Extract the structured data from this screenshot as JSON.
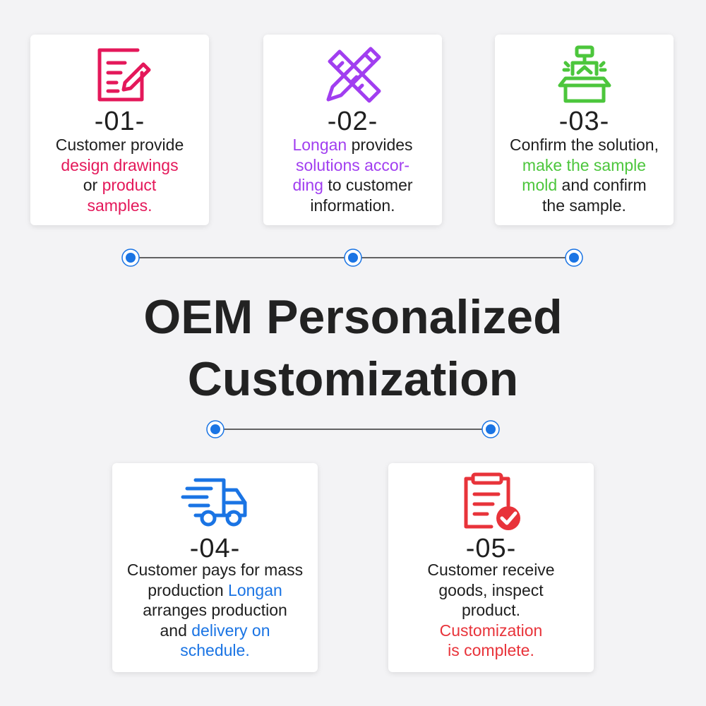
{
  "title": {
    "line1": "OEM Personalized",
    "line2": "Customization"
  },
  "steps": [
    {
      "number": "-01-",
      "icon": "document-edit-icon",
      "color": "#e4185a",
      "lines": [
        [
          "Customer provide"
        ],
        [
          "design drawings"
        ],
        [
          "or ",
          "product"
        ],
        [
          "samples."
        ]
      ]
    },
    {
      "number": "-02-",
      "icon": "pencil-ruler-icon",
      "color": "#a13ef0",
      "lines": [
        [
          "Longan",
          " provides"
        ],
        [
          "solutions accor-"
        ],
        [
          "ding",
          " to customer"
        ],
        [
          "information."
        ]
      ]
    },
    {
      "number": "-03-",
      "icon": "mold-machine-icon",
      "color": "#4cc63c",
      "lines": [
        [
          "Confirm the solution,"
        ],
        [
          "make the sample"
        ],
        [
          "mold",
          " and confirm"
        ],
        [
          "the sample."
        ]
      ]
    },
    {
      "number": "-04-",
      "icon": "delivery-truck-icon",
      "color": "#1a74e4",
      "lines": [
        [
          "Customer pays for mass"
        ],
        [
          "production ",
          "Longan"
        ],
        [
          "arranges production"
        ],
        [
          "and ",
          "delivery on"
        ],
        [
          "schedule."
        ]
      ]
    },
    {
      "number": "-05-",
      "icon": "clipboard-check-icon",
      "color": "#e8333a",
      "lines": [
        [
          "Customer receive"
        ],
        [
          "goods, inspect"
        ],
        [
          "product."
        ],
        [
          "Customization"
        ],
        [
          "is complete."
        ]
      ]
    }
  ],
  "colors": {
    "connector_dot": "#1a74e4",
    "connector_line": "#333333",
    "background": "#f3f3f5"
  }
}
